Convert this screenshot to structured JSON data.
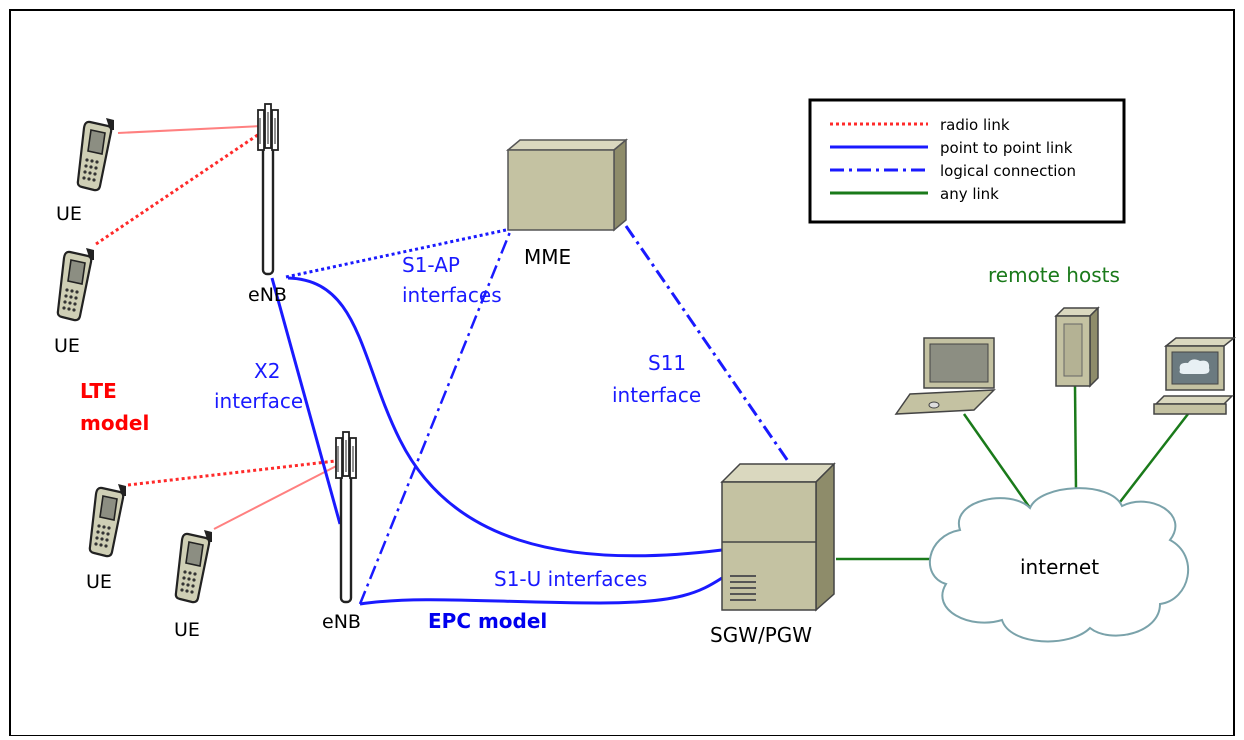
{
  "legend": {
    "items": [
      {
        "label": "radio link"
      },
      {
        "label": "point to point link"
      },
      {
        "label": "logical connection"
      },
      {
        "label": "any link"
      }
    ]
  },
  "labels": {
    "ue": "UE",
    "enb": "eNB",
    "mme": "MME",
    "sgw_pgw": "SGW/PGW",
    "remote_hosts": "remote hosts",
    "internet": "internet",
    "s1ap_line1": "S1-AP",
    "s1ap_line2": "interfaces",
    "x2_line1": "X2",
    "x2_line2": "interface",
    "s11_line1": "S11",
    "s11_line2": "interface",
    "s1u": "S1-U interfaces",
    "lte_line1": "LTE",
    "lte_line2": "model",
    "epc": "EPC model"
  },
  "colors": {
    "radio": "#ff2a2a",
    "radio_solid": "#ff8080",
    "p2p": "#1a1aff",
    "logical": "#1a1aff",
    "any": "#1a7a1a",
    "lte_text": "#ff0000",
    "epc_text": "#0000ee",
    "blue_text": "#1a1aff",
    "green_text": "#1a7a1a",
    "box_face": "#c4c2a2",
    "box_side": "#8e8c6a",
    "box_top": "#dad8bf"
  }
}
